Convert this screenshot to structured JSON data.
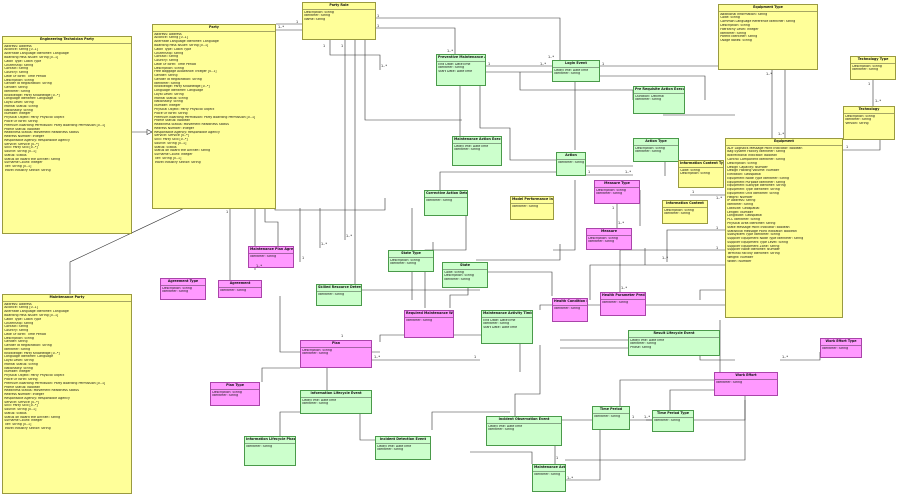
{
  "classes": {
    "engineering_technician_party": {
      "title": "Engineering Technician Party",
      "color": "yellow",
      "attrs": [
        "Address: Address",
        "Alliance: String [0..1]",
        "Alternate Language Identifier: Language",
        "Boarding Pass Issuer: String [0..1]",
        "Cabin Type: Cabin Type",
        "Citizenship: String",
        "Contact: String",
        "Country: String",
        "Date Of Birth: Time Period",
        "Description: String",
        "Gender Id Registration: String",
        "Gender: String",
        "Identifier: String",
        "Knowledge: Party Knowledge [0..*]",
        "Language Identifier: Language",
        "Loyal Level: String",
        "Marital Status: String",
        "Nationality: String",
        "Number: Integer",
        "Physical Object: Party Physical Object",
        "Place Of Birth: String",
        "Premium Boarding Permission: Party Boarding Permission [0..1]",
        "Profile Status: Boolean",
        "Readiness Status: Movement Readiness Status",
        "Redress Number: Integer",
        "Responsible Agency: Responsible Agency",
        "Service: Service [0..*]",
        "Skill: Party Skill [0..*]",
        "Source: String [0..1]",
        "Status: Status",
        "Status on Board the Aircraft: String",
        "Surname Count: Integer",
        "Tier: String [0..1]",
        "Travel Industry Sector: String"
      ]
    },
    "maintenance_party": {
      "title": "Maintenance Party",
      "color": "yellow",
      "attrs": [
        "Address: Address",
        "Alliance: String [0..1]",
        "Alternate Language Identifier: Language",
        "Boarding Pass Issuer: String [0..1]",
        "Cabin Type: Cabin Type",
        "Citizenship: String",
        "Contact: String",
        "Country: String",
        "Date Of Birth: Time Period",
        "Description: String",
        "Gender: String",
        "Gender Id Registration: String",
        "Identifier: String",
        "Knowledge: Party Knowledge [0..*]",
        "Language Identifier: Language",
        "Loyal Level: String",
        "Marital Status: String",
        "Nationality: String",
        "Number: Integer",
        "Physical Object: Party Physical Object",
        "Place Of Birth: String",
        "Premium Boarding Permission: Party Boarding Permission [0..1]",
        "Profile Status: Boolean",
        "Readiness Status: Movement Readiness Status",
        "Redress Number: Integer",
        "Responsible Agency: Responsible Agency",
        "Service: Service [0..*]",
        "Skill: Party Skill [0..*]",
        "Source: String [0..1]",
        "Status: Status",
        "Status on Board the Aircraft: String",
        "Surname Count: Integer",
        "Tier: String [0..1]",
        "Travel Industry Sector: String"
      ]
    },
    "party": {
      "title": "Party",
      "color": "yellow",
      "attrs": [
        "Address: Address",
        "Alliance: String [0..1]",
        "Alternate Language Identifier: Language",
        "Boarding Pass Issuer: String [0..1]",
        "Cabin Type: Cabin Type",
        "Citizenship: String",
        "Contact: String",
        "Country: String",
        "Date Of Birth: Time Period",
        "Description: String",
        "Free Baggage Allowance: Integer [0..1]",
        "Gender: String",
        "Gender Id Registration: String",
        "Identifier: String",
        "Knowledge: Party Knowledge [0..*]",
        "Language Identifier: Language",
        "Loyal Level: String",
        "Marital Status: String",
        "Nationality: String",
        "Number: Integer",
        "Physical Object: Party Physical Object",
        "Place Of Birth: String",
        "Premium Boarding Permission: Party Boarding Permission [0..1]",
        "Profile Status: Boolean",
        "Readiness Status: Movement Readiness Status",
        "Redress Number: Integer",
        "Responsible Agency: Responsible Agency",
        "Service: Service [0..*]",
        "Skill: Party Skill [0..*]",
        "Source: String [0..1]",
        "Status: Status",
        "Status on Board the Aircraft: String",
        "Surname Count: Integer",
        "Tier: String [0..1]",
        "Travel Industry Sector: String"
      ]
    },
    "party_role": {
      "title": "Party Role",
      "color": "yellow",
      "attrs": [
        "Description: String",
        "Identifier: String",
        "Name: String"
      ]
    },
    "equipment_type": {
      "title": "Equipment Type",
      "color": "yellow",
      "attrs": [
        "Additional Information: String",
        "Code: String",
        "Common Language Reference Identifier: String",
        "Description: String",
        "Hierarchy Level: Integer",
        "Identifier: String",
        "Parent Identifier: String",
        "Usage Notes: String"
      ]
    },
    "technology_type": {
      "title": "Technology Type",
      "color": "yellow",
      "attrs": [
        "Description: String",
        "Identifier: String"
      ]
    },
    "technology": {
      "title": "Technology",
      "color": "yellow",
      "attrs": [
        "Description: String",
        "Identifier: String",
        "Version: String"
      ]
    },
    "equipment": {
      "title": "Equipment",
      "color": "yellow",
      "attrs": [
        "ADF Logistics Message Point Indicator: Boolean",
        "Bag System Facility Identifier: String",
        "Bidirectional Indicator: Boolean",
        "Control Component Identifier: String",
        "Description: String",
        "Design Capacity: Number",
        "Design Holding Volume: Number",
        "Elevation: Geospatial",
        "Equipment Node Type Identifier: String",
        "Equipment Purpose Identifier: String",
        "Equipment Subtype Identifier: String",
        "Equipment Type Identifier: String",
        "Equipment Unit Identifier: String",
        "Height: Number",
        "IP Address: String",
        "Identifier: String",
        "Latitude: Geospatial",
        "Length: Number",
        "Longitude: Geospatial",
        "PLC Identifier: String",
        "Physical Area Identifier: String",
        "State Message Point Indicator: Boolean",
        "Statistical Message Point Indicator: Boolean",
        "Subsystem Type Identifier: String",
        "Supplier Equipment Node Type Identifier: String",
        "Supplier Equipment Type Level: String",
        "Supplier Equipment Zone: String",
        "Supplier Node Identifier: Number",
        "Terminal Facility Identifier: String",
        "Weight: Number",
        "Width: Number"
      ]
    },
    "preventive_maintenance_action": {
      "title": "Preventive Maintenance Action",
      "color": "green",
      "attrs": [
        "End Date: DateTime",
        "Identifier: String",
        "Start Date: DateTime"
      ]
    },
    "login_event": {
      "title": "Login Event",
      "color": "green",
      "attrs": [
        "Date/Time: DateTime",
        "Identifier: String"
      ]
    },
    "pre_requisite_action_execution": {
      "title": "Pre Requisite Action Execution",
      "color": "green",
      "attrs": [
        "Duration: Decimal",
        "Identifier: String"
      ]
    },
    "maintenance_action_execution": {
      "title": "Maintenance Action Execution",
      "color": "green",
      "attrs": [
        "Date/Time: DateTime",
        "Identifier: String"
      ]
    },
    "action": {
      "title": "Action",
      "color": "green",
      "attrs": [
        "Identifier: String"
      ]
    },
    "action_type": {
      "title": "Action Type",
      "color": "green",
      "attrs": [
        "Description: String",
        "Identifier: String"
      ]
    },
    "information_content_type": {
      "title": "Information Content Type",
      "color": "yellow",
      "attrs": [
        "Code: String",
        "Description: String"
      ]
    },
    "information_content": {
      "title": "Information Content",
      "color": "yellow",
      "attrs": [
        "Description: String",
        "Identifier: String"
      ]
    },
    "corrective_action_determination": {
      "title": "Corrective Action Determination",
      "color": "green",
      "attrs": [
        "Identifier: String"
      ]
    },
    "model_performance_information": {
      "title": "Model Performance Information",
      "color": "yellow",
      "attrs": [
        "Identifier: String"
      ]
    },
    "measure_type": {
      "title": "Measure Type",
      "color": "pink",
      "attrs": [
        "Description: String",
        "Identifier: String"
      ]
    },
    "measure": {
      "title": "Measure",
      "color": "pink",
      "attrs": [
        "Description: String",
        "Identifier: String"
      ]
    },
    "maintenance_plan_agreement": {
      "title": "Maintenance Plan Agreement",
      "color": "pink",
      "attrs": [
        "Identifier: String"
      ]
    },
    "agreement_type": {
      "title": "Agreement Type",
      "color": "pink",
      "attrs": [
        "Description: String",
        "Identifier: String"
      ]
    },
    "agreement": {
      "title": "Agreement",
      "color": "pink",
      "attrs": [
        "Identifier: String"
      ]
    },
    "skilled_resource_determination": {
      "title": "Skilled Resource Determination",
      "color": "green",
      "attrs": [
        "Identifier: String"
      ]
    },
    "state_type": {
      "title": "State Type",
      "color": "green",
      "attrs": [
        "Description: String",
        "Identifier: String"
      ]
    },
    "state": {
      "title": "State",
      "color": "green",
      "attrs": [
        "Code: String",
        "Description: String",
        "Identifier: String"
      ]
    },
    "required_maintenance_work_assessment": {
      "title": "Required Maintenance Work Assessment",
      "color": "pink",
      "attrs": [
        "Identifier: String"
      ]
    },
    "maintenance_activity_timing": {
      "title": "Maintenance Activity Timing",
      "color": "green",
      "attrs": [
        "End Date: DateTime",
        "Identifier: String",
        "Start Date: DateTime"
      ]
    },
    "health_condition_indicator": {
      "title": "Health Condition Indicator",
      "color": "pink",
      "attrs": [
        "Identifier: String"
      ]
    },
    "health_parameter_prediction": {
      "title": "Health Parameter Prediction",
      "color": "pink",
      "attrs": [
        "Identifier: String"
      ]
    },
    "result_lifecycle_event": {
      "title": "Result Lifecycle Event",
      "color": "green",
      "attrs": [
        "Date/Time: DateTime",
        "Identifier: String",
        "Phase: String"
      ]
    },
    "work_effort_type": {
      "title": "Work Effort Type",
      "color": "pink",
      "attrs": [
        "Identifier: String"
      ]
    },
    "work_effort": {
      "title": "Work Effort",
      "color": "pink",
      "attrs": [
        "Identifier: String"
      ]
    },
    "plan": {
      "title": "Plan",
      "color": "pink",
      "attrs": [
        "Description: String",
        "Identifier: String"
      ]
    },
    "plan_type": {
      "title": "Plan Type",
      "color": "pink",
      "attrs": [
        "Description: String",
        "Identifier: String"
      ]
    },
    "information_lifecycle_event": {
      "title": "Information Lifecycle Event",
      "color": "green",
      "attrs": [
        "Date/Time: DateTime",
        "Identifier: String"
      ]
    },
    "information_lifecycle_phase": {
      "title": "Information Lifecycle Phase",
      "color": "green",
      "attrs": [
        "Identifier: String"
      ]
    },
    "incident_detection_event": {
      "title": "Incident Detection Event",
      "color": "green",
      "attrs": [
        "Date/Time: DateTime",
        "Identifier: String"
      ]
    },
    "incident_observation_event": {
      "title": "Incident Observation Event",
      "color": "green",
      "attrs": [
        "Date/Time: DateTime",
        "Identifier: String"
      ]
    },
    "time_period": {
      "title": "Time Period",
      "color": "green",
      "attrs": [
        "Identifier: String"
      ]
    },
    "time_period_type": {
      "title": "Time Period Type",
      "color": "green",
      "attrs": [
        "Identifier: String"
      ]
    },
    "maintenance_activity_list": {
      "title": "Maintenance Activity List",
      "color": "green",
      "attrs": [
        "Identifier: String"
      ]
    }
  },
  "multiplicities": [
    "1",
    "1..*",
    "1",
    "1..*",
    "1",
    "1..*",
    "1",
    "1..*",
    "1",
    "1..*",
    "1",
    "1..*",
    "1",
    "1..*",
    "1",
    "1..*",
    "1",
    "1..*",
    "1",
    "1..*",
    "1",
    "1..*",
    "1",
    "1..*",
    "1",
    "1..*",
    "1",
    "1..*",
    "1",
    "1..*",
    "1",
    "1..*",
    "1",
    "1..*",
    "1",
    "1..*",
    "1",
    "1..*",
    "1",
    "1..*"
  ]
}
